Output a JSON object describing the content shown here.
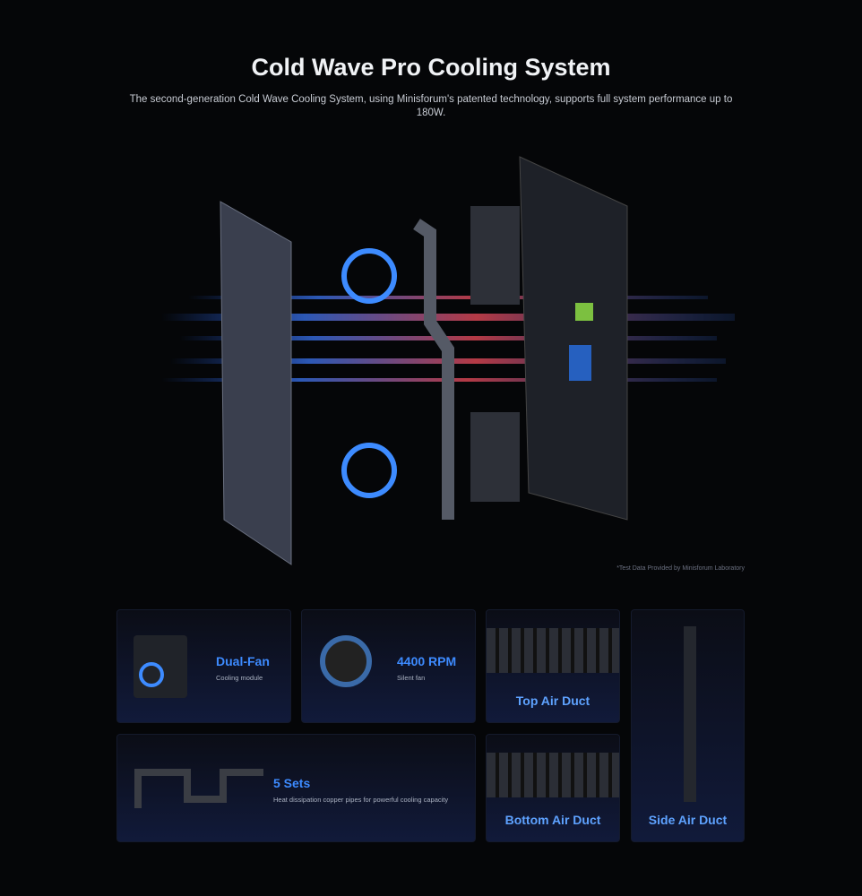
{
  "header": {
    "title": "Cold Wave Pro Cooling System",
    "subtitle": "The second-generation Cold Wave Cooling System, using Minisforum's patented technology, supports full system performance up to 180W."
  },
  "note": "*Test Data Provided by Minisforum Laboratory",
  "features": [
    {
      "title": "Dual-Fan",
      "caption": "Cooling module",
      "icon": "blower-fan-icon"
    },
    {
      "title": "4400 RPM",
      "caption": "Silent fan",
      "icon": "fan-icon"
    },
    {
      "title": "Top Air Duct",
      "icon": "vent-icon"
    },
    {
      "title": "Side Air Duct",
      "icon": "tower-pc-icon"
    },
    {
      "title": "5 Sets",
      "caption": "Heat dissipation copper pipes for powerful cooling capacity",
      "icon": "heat-pipe-icon"
    },
    {
      "title": "Bottom Air Duct",
      "icon": "vent-icon"
    }
  ],
  "colors": {
    "accent": "#3d8bff",
    "background": "#050608",
    "hot": "#ff5060"
  }
}
